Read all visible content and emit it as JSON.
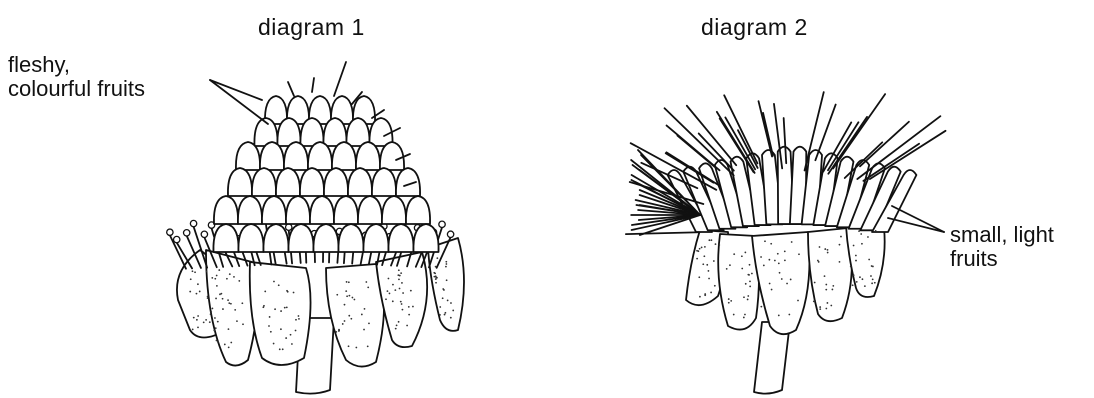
{
  "diagram1": {
    "title": "diagram 1",
    "label_line1": "fleshy,",
    "label_line2": "colourful fruits"
  },
  "diagram2": {
    "title": "diagram 2",
    "label_line1": "small, light",
    "label_line2": "fruits"
  }
}
